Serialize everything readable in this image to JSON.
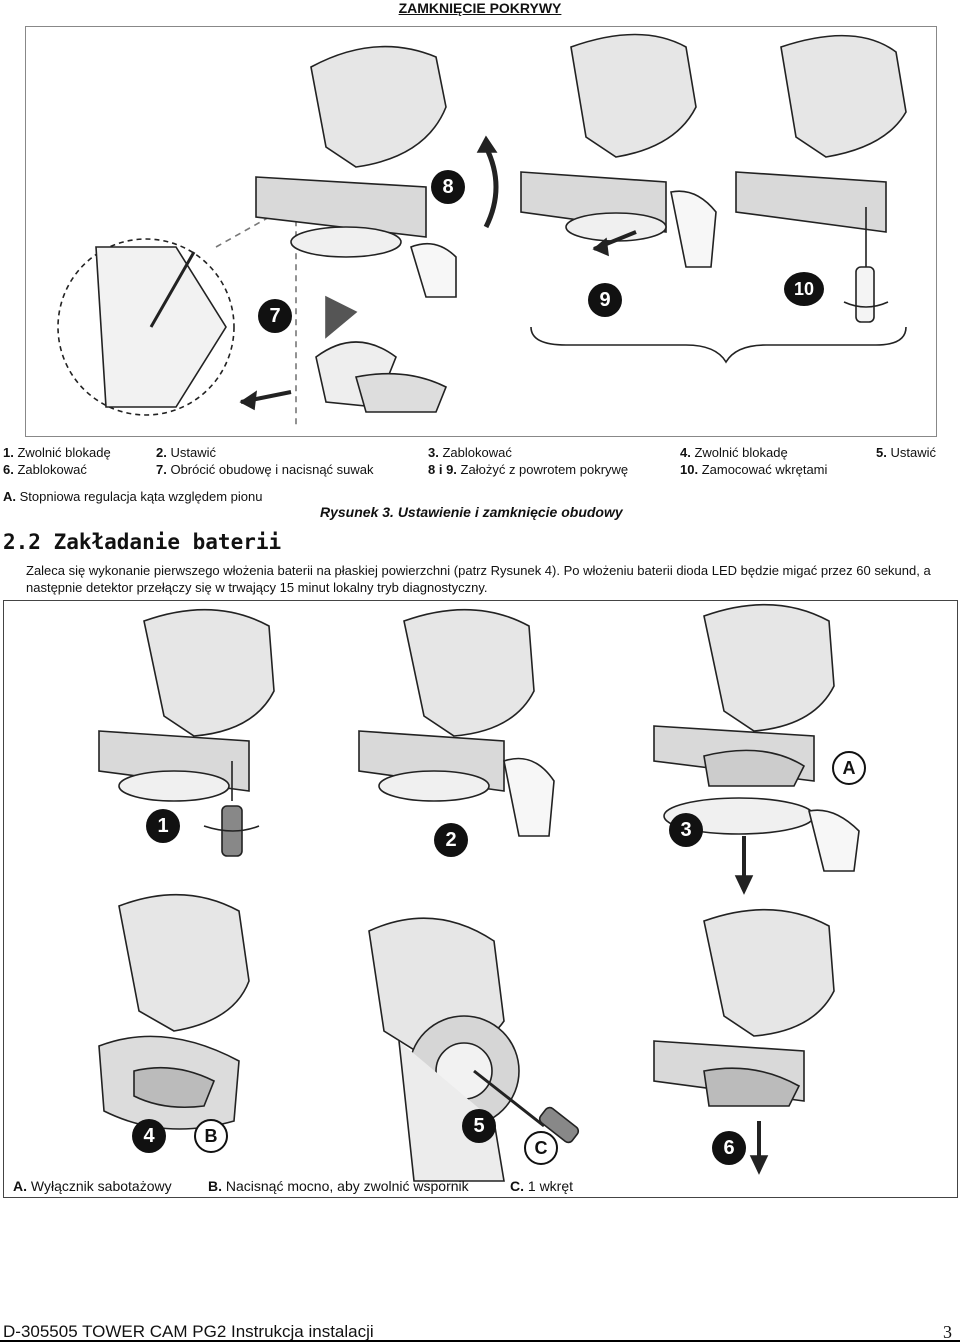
{
  "header": {
    "title": "ZAMKNIĘCIE POKRYWY"
  },
  "figure1": {
    "step_markers": [
      "7",
      "8",
      "9",
      "10"
    ],
    "legend": [
      {
        "num": "1.",
        "text": "Zwolnić blokadę"
      },
      {
        "num": "2.",
        "text": "Ustawić"
      },
      {
        "num": "3.",
        "text": "Zablokować"
      },
      {
        "num": "4.",
        "text": "Zwolnić blokadę"
      },
      {
        "num": "5.",
        "text": "Ustawić"
      },
      {
        "num": "6.",
        "text": "Zablokować"
      },
      {
        "num": "7.",
        "text": "Obrócić obudowę i nacisnąć suwak"
      },
      {
        "num": "8 i 9.",
        "text": "Założyć z powrotem pokrywę"
      },
      {
        "num": "10.",
        "text": "Zamocować wkrętami"
      }
    ],
    "note": {
      "num": "A.",
      "text": "Stopniowa regulacja kąta względem pionu"
    },
    "caption": "Rysunek 3. Ustawienie i zamknięcie obudowy"
  },
  "section": {
    "heading": "2.2 Zakładanie baterii",
    "paragraph": "Zaleca się wykonanie pierwszego włożenia baterii na płaskiej powierzchni (patrz Rysunek 4). Po włożeniu baterii dioda LED będzie migać przez 60 sekund, a następnie detektor przełączy się w trwający 15 minut lokalny tryb diagnostyczny."
  },
  "figure2": {
    "step_markers": [
      "1",
      "2",
      "3",
      "4",
      "5",
      "6"
    ],
    "letter_markers": [
      "A",
      "B",
      "C"
    ],
    "legend": [
      {
        "num": "A.",
        "text": "Wyłącznik sabotażowy"
      },
      {
        "num": "B.",
        "text": "Nacisnąć mocno, aby zwolnić wspornik"
      },
      {
        "num": "C.",
        "text": "1 wkręt"
      }
    ]
  },
  "footer": {
    "doc_title": "D-305505 TOWER CAM PG2 Instrukcja instalacji",
    "page_number": "3"
  }
}
